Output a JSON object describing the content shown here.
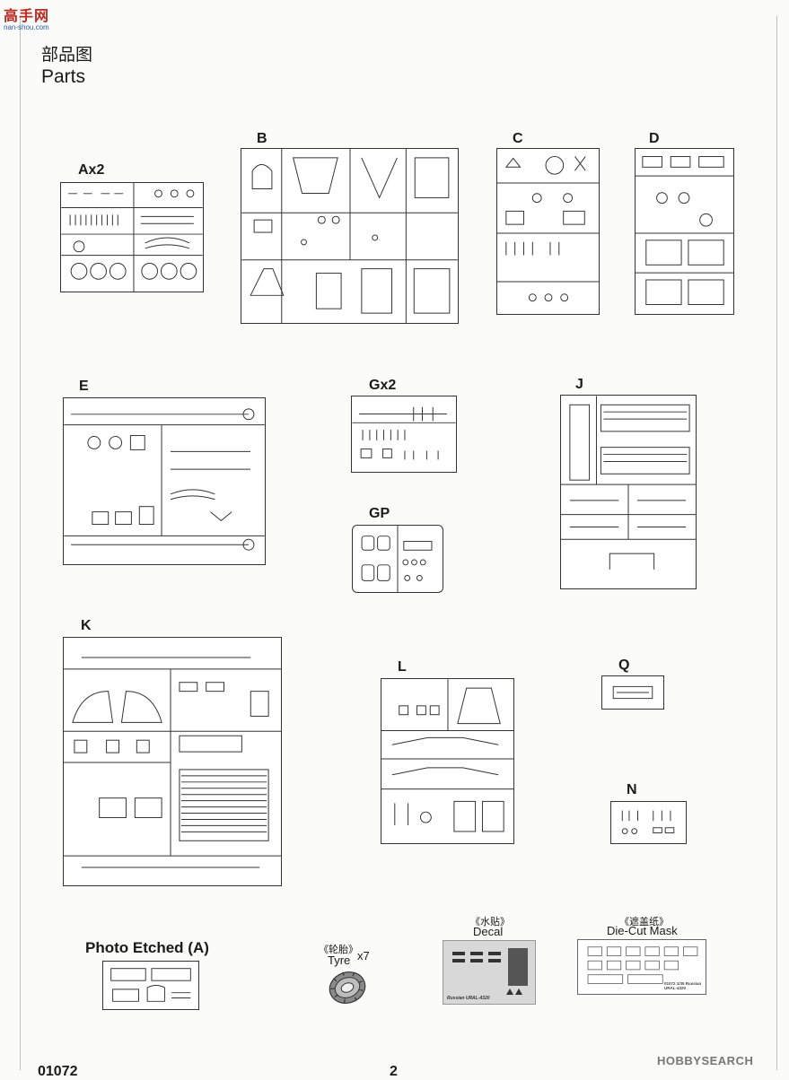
{
  "watermark": {
    "brand": "高手网",
    "url": "nan-shou.com"
  },
  "header": {
    "title_cn": "部品图",
    "title_en": "Parts"
  },
  "sprues": {
    "a": "Ax2",
    "b": "B",
    "c": "C",
    "d": "D",
    "e": "E",
    "g": "Gx2",
    "gp": "GP",
    "j": "J",
    "k": "K",
    "l": "L",
    "q": "Q",
    "n": "N"
  },
  "photo_etched": {
    "label": "Photo Etched (A)"
  },
  "tyre": {
    "label_cn": "《轮胎》",
    "label_en": "Tyre",
    "qty": "x7"
  },
  "decal": {
    "label_cn": "《水贴》",
    "label_en": "Decal",
    "caption": "Russian URAL-4320"
  },
  "mask": {
    "label_cn": "《遮盖纸》",
    "label_en": "Die-Cut Mask",
    "caption": "01072 1/35 Russian URAL-4320"
  },
  "footer": {
    "code": "01072",
    "page": "2",
    "source": "HOBBYSEARCH"
  }
}
